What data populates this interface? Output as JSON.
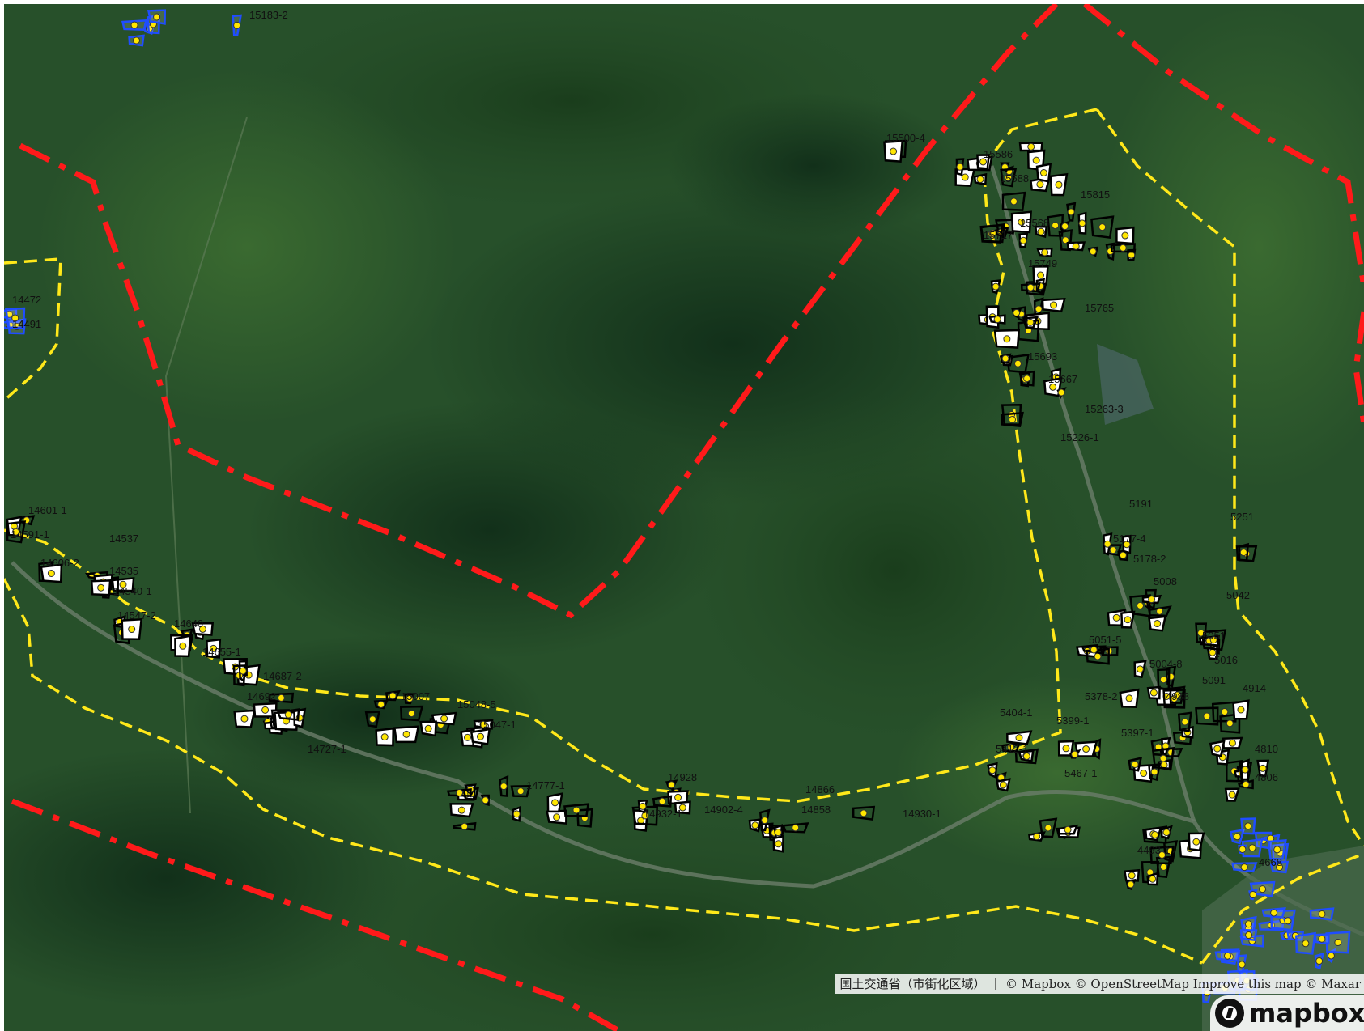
{
  "map": {
    "attribution": {
      "source": "国土交通省（市街化区域）",
      "mapbox": "© Mapbox",
      "osm": "© OpenStreetMap",
      "improve": "Improve this map",
      "maxar": "© Maxar"
    },
    "logo": "mapbox",
    "colors": {
      "forest": "#244b25",
      "boundary_red": "#ff1a1a",
      "zone_yellow": "#ffe81a",
      "parcel_fill": "#ffffff",
      "parcel_stroke": "#000000",
      "point": "#ffe600",
      "urban_blue": "#1f4dff"
    },
    "parcel_labels": [
      "15183-2",
      "15500-4",
      "15586",
      "15588",
      "15815",
      "15568",
      "15717",
      "15749",
      "15765",
      "15693",
      "15667",
      "15263-3",
      "15226-1",
      "14472",
      "14491",
      "14601-1",
      "14591-1",
      "14537",
      "14606-2",
      "14535",
      "14540-1",
      "14547-2",
      "14640",
      "14655-1",
      "14687-2",
      "14692",
      "15007",
      "15048-5",
      "15047-1",
      "14727-1",
      "14777-1",
      "14928",
      "14932-1",
      "14902-4",
      "14866",
      "14858",
      "14930-1",
      "5191",
      "5177-4",
      "5178-2",
      "5008",
      "5042",
      "5051",
      "5051-5",
      "5016",
      "5091",
      "5004-8",
      "4988",
      "4914",
      "5378-2",
      "5404-1",
      "5399-1",
      "5397-1",
      "5412-1",
      "5467-1",
      "4810",
      "4806",
      "4668",
      "4493-1",
      "5251"
    ]
  }
}
